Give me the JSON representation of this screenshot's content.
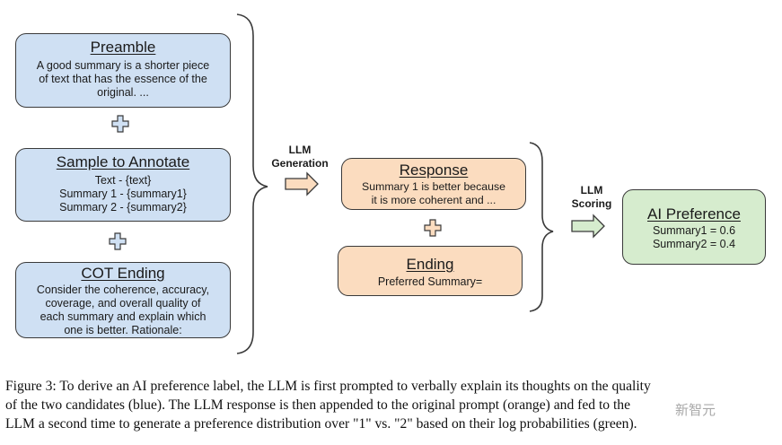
{
  "preamble": {
    "title": "Preamble",
    "lines": [
      "A good summary is a shorter piece",
      "of text that has the essence of the",
      "original. ..."
    ]
  },
  "sample": {
    "title": "Sample to Annotate",
    "lines": [
      "Text - {text}",
      "Summary 1 - {summary1}",
      "Summary 2 - {summary2}"
    ]
  },
  "cot": {
    "title": "COT Ending",
    "lines": [
      "Consider the coherence, accuracy,",
      "coverage, and overall quality of",
      "each summary and explain which",
      "one is better. Rationale:"
    ]
  },
  "generation_label": [
    "LLM",
    "Generation"
  ],
  "response": {
    "title": "Response",
    "lines": [
      "Summary 1 is better because",
      "it is more coherent and ..."
    ]
  },
  "ending": {
    "title": "Ending",
    "lines": [
      "Preferred Summary="
    ]
  },
  "scoring_label": [
    "LLM",
    "Scoring"
  ],
  "ai_preference": {
    "title": "AI Preference",
    "lines": [
      "Summary1 = 0.6",
      "Summary2 = 0.4"
    ]
  },
  "caption": [
    "Figure 3: To derive an AI preference label, the LLM is first prompted to verbally explain its thoughts on the quality",
    "of the two candidates (blue). The LLM response is then appended to the original prompt (orange) and fed to the",
    "LLM a second time to generate a preference distribution over \"1\" vs. \"2\" based on their log probabilities (green)."
  ],
  "watermark": "新智元",
  "colors": {
    "blue_box": "#cfe0f3",
    "orange_box": "#fbdcbf",
    "green_box": "#d6ecce",
    "outline": "#3a3a3a"
  }
}
